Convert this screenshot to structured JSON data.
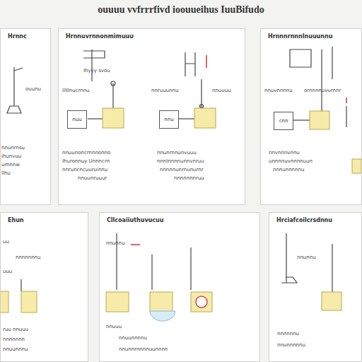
{
  "diagram": {
    "title": "ouuuu vvfrrrfivd ioouueihus IuuBifudo",
    "nodes": [
      {
        "text": [
          "Hrnnc"
        ]
      },
      {
        "text": [
          "Hrnnuvrnnonmimuuu"
        ]
      },
      {
        "text": [
          "Hrnnnrnnnlnuuunnu"
        ]
      },
      {
        "text": [
          "Ehun"
        ]
      },
      {
        "text": [
          "Cllcoaiiuthuvucuu"
        ]
      },
      {
        "text": [
          "Hrciafcoilcrsdnnu"
        ]
      },
      {
        "text": [
          "nuu"
        ],
        "in": 1
      },
      {
        "text": [
          "nnu"
        ],
        "in": 1
      },
      {
        "text": [
          "cnn"
        ],
        "in": 2
      }
    ],
    "labels": [
      "ouunu",
      "nnunrnsu",
      "ihunvuu",
      "umnnw",
      "llhu",
      "Ihyyy svou",
      "lllllnucrnnu",
      "nnuunoncrnnnonno",
      "Ihuronnuy Unnncrn",
      "nnruncncuuruinnu",
      "nnuunruuur",
      "nnruuunnu",
      "nnuuuu",
      "nnunrnnunvuuu",
      "nnnlnnnnunnvnruu",
      "nnnnnunrnunurnr",
      "nnnnnnnruu",
      "nnuvnnnnu",
      "ornnnnuvurnnr",
      "nnvnnnvnnu",
      "unnnnuvnnnnuun",
      "nnnunnnnnu",
      "uu",
      "nnnnnnnu",
      "uuu",
      "ruu nnuuu",
      "nnnnnnn",
      "nnuunnnu",
      "nnunnu",
      "nnuuu",
      "nnuunnnnu",
      "nnunnrnnnnuunnnn",
      "nnunnu",
      "nnnnnnu",
      "nnunnnnnu"
    ]
  }
}
